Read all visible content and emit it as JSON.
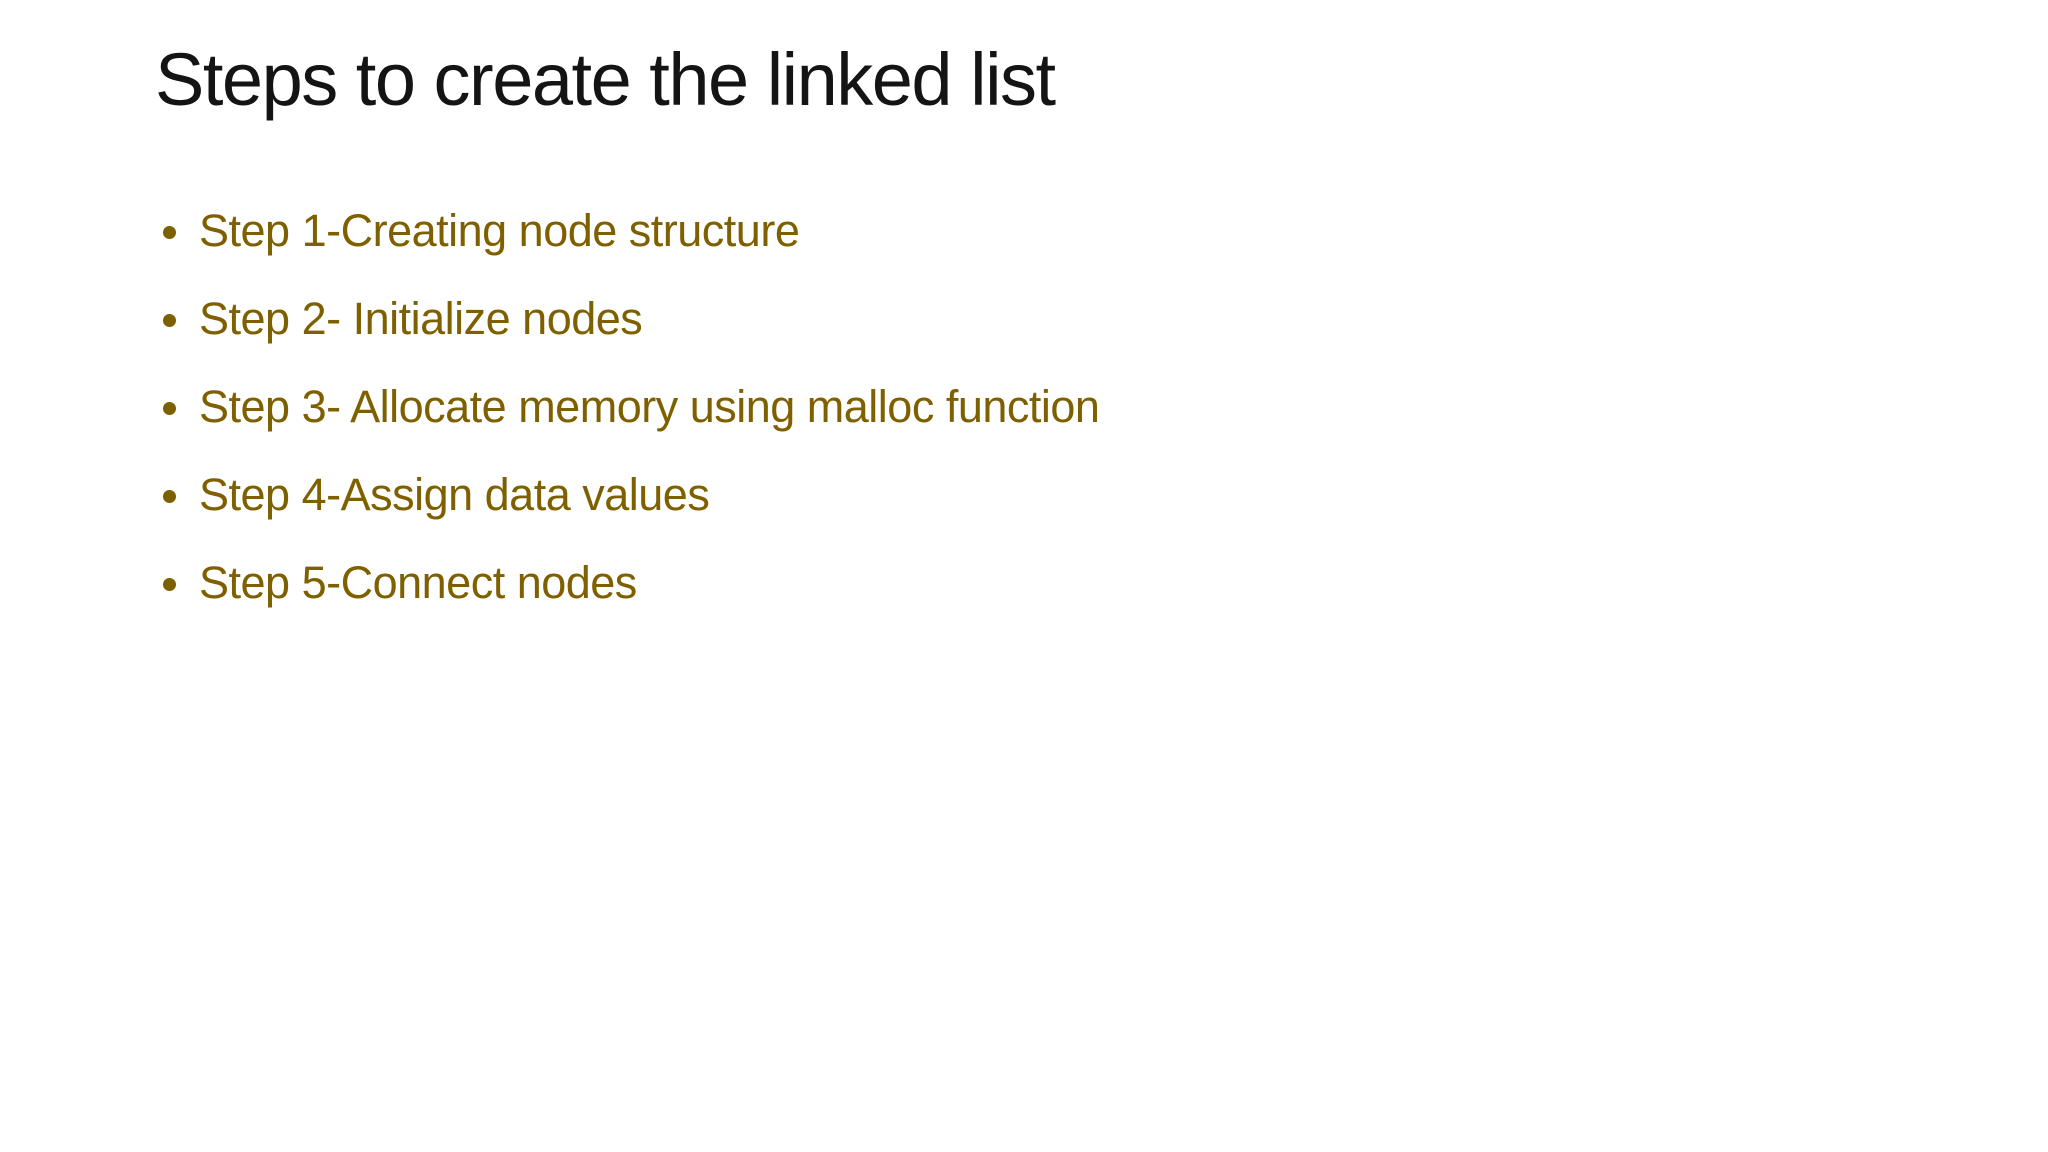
{
  "slide": {
    "title": "Steps to create the linked list",
    "bullets": [
      "Step 1-Creating node structure",
      "Step 2- Initialize nodes",
      "Step 3- Allocate memory using malloc function",
      "Step 4-Assign data values",
      "Step 5-Connect nodes"
    ],
    "colors": {
      "background": "#ffffff",
      "title_text": "#141414",
      "bullet_text": "#7F6000"
    }
  }
}
